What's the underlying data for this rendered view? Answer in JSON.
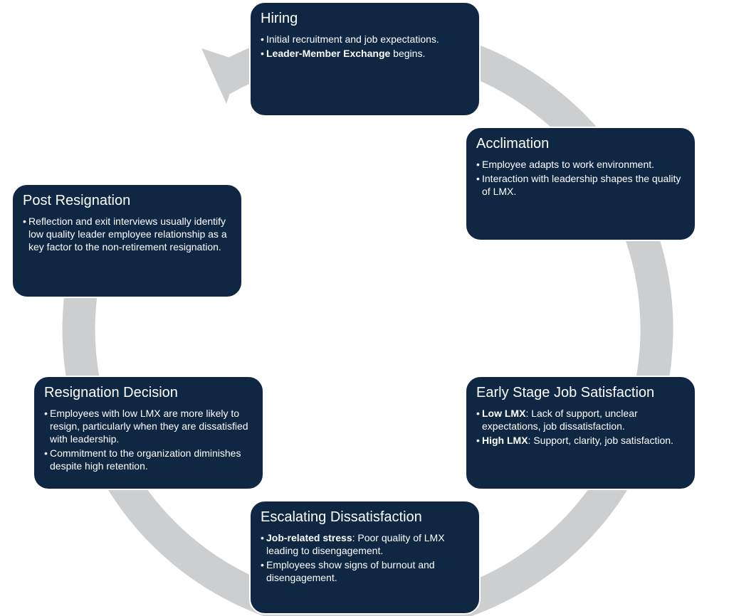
{
  "colors": {
    "box_fill": "#0f2742",
    "ring": "#cdcecf",
    "text": "#ffffff"
  },
  "hiring": {
    "title": "Hiring",
    "b1": "Initial recruitment and job expectations.",
    "b2_bold": "Leader-Member Exchange",
    "b2_rest": " begins."
  },
  "acclimation": {
    "title": "Acclimation",
    "b1": "Employee adapts to work environment.",
    "b2": "Interaction with leadership shapes the quality of LMX."
  },
  "early": {
    "title": "Early Stage Job Satisfaction",
    "b1_bold": "Low LMX",
    "b1_rest": ": Lack of support, unclear expectations, job dissatisfaction.",
    "b2_bold": "High LMX",
    "b2_rest": ": Support, clarity, job satisfaction."
  },
  "escalating": {
    "title": "Escalating Dissatisfaction",
    "b1_bold": "Job-related stress",
    "b1_rest": ": Poor quality of LMX leading to disengagement.",
    "b2": "Employees show signs of burnout and disengagement."
  },
  "resignation": {
    "title": "Resignation Decision",
    "b1": "Employees with low LMX are more likely to resign, particularly when they are dissatisfied with leadership.",
    "b2": "Commitment to the organization diminishes despite high retention."
  },
  "post": {
    "title": "Post Resignation",
    "b1": "Reflection and exit interviews usually identify low quality leader employee relationship as a key factor to the non-retirement resignation."
  }
}
